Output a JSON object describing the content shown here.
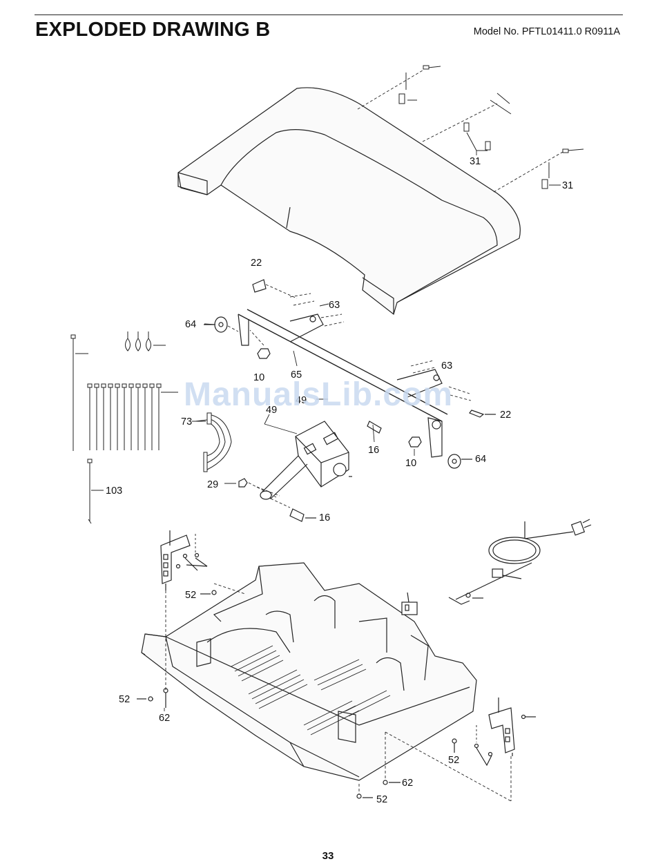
{
  "header": {
    "title": "EXPLODED DRAWING B",
    "model": "Model No. PFTL01411.0 R0911A"
  },
  "page_number": "33",
  "watermark": "ManualsLib.com",
  "callouts": [
    {
      "id": "31a",
      "text": "31"
    },
    {
      "id": "31b",
      "text": "31"
    },
    {
      "id": "22a",
      "text": "22"
    },
    {
      "id": "63a",
      "text": "63"
    },
    {
      "id": "64a",
      "text": "64"
    },
    {
      "id": "10a",
      "text": "10"
    },
    {
      "id": "65",
      "text": "65"
    },
    {
      "id": "63b",
      "text": "63"
    },
    {
      "id": "49a",
      "text": "49"
    },
    {
      "id": "49b",
      "text": "49"
    },
    {
      "id": "22b",
      "text": "22"
    },
    {
      "id": "73",
      "text": "73"
    },
    {
      "id": "16a",
      "text": "16"
    },
    {
      "id": "10b",
      "text": "10"
    },
    {
      "id": "64b",
      "text": "64"
    },
    {
      "id": "29",
      "text": "29"
    },
    {
      "id": "16b",
      "text": "16"
    },
    {
      "id": "103",
      "text": "103"
    },
    {
      "id": "52a",
      "text": "52"
    },
    {
      "id": "52b",
      "text": "52"
    },
    {
      "id": "62a",
      "text": "62"
    },
    {
      "id": "52c",
      "text": "52"
    },
    {
      "id": "62b",
      "text": "62"
    },
    {
      "id": "52d",
      "text": "52"
    }
  ]
}
